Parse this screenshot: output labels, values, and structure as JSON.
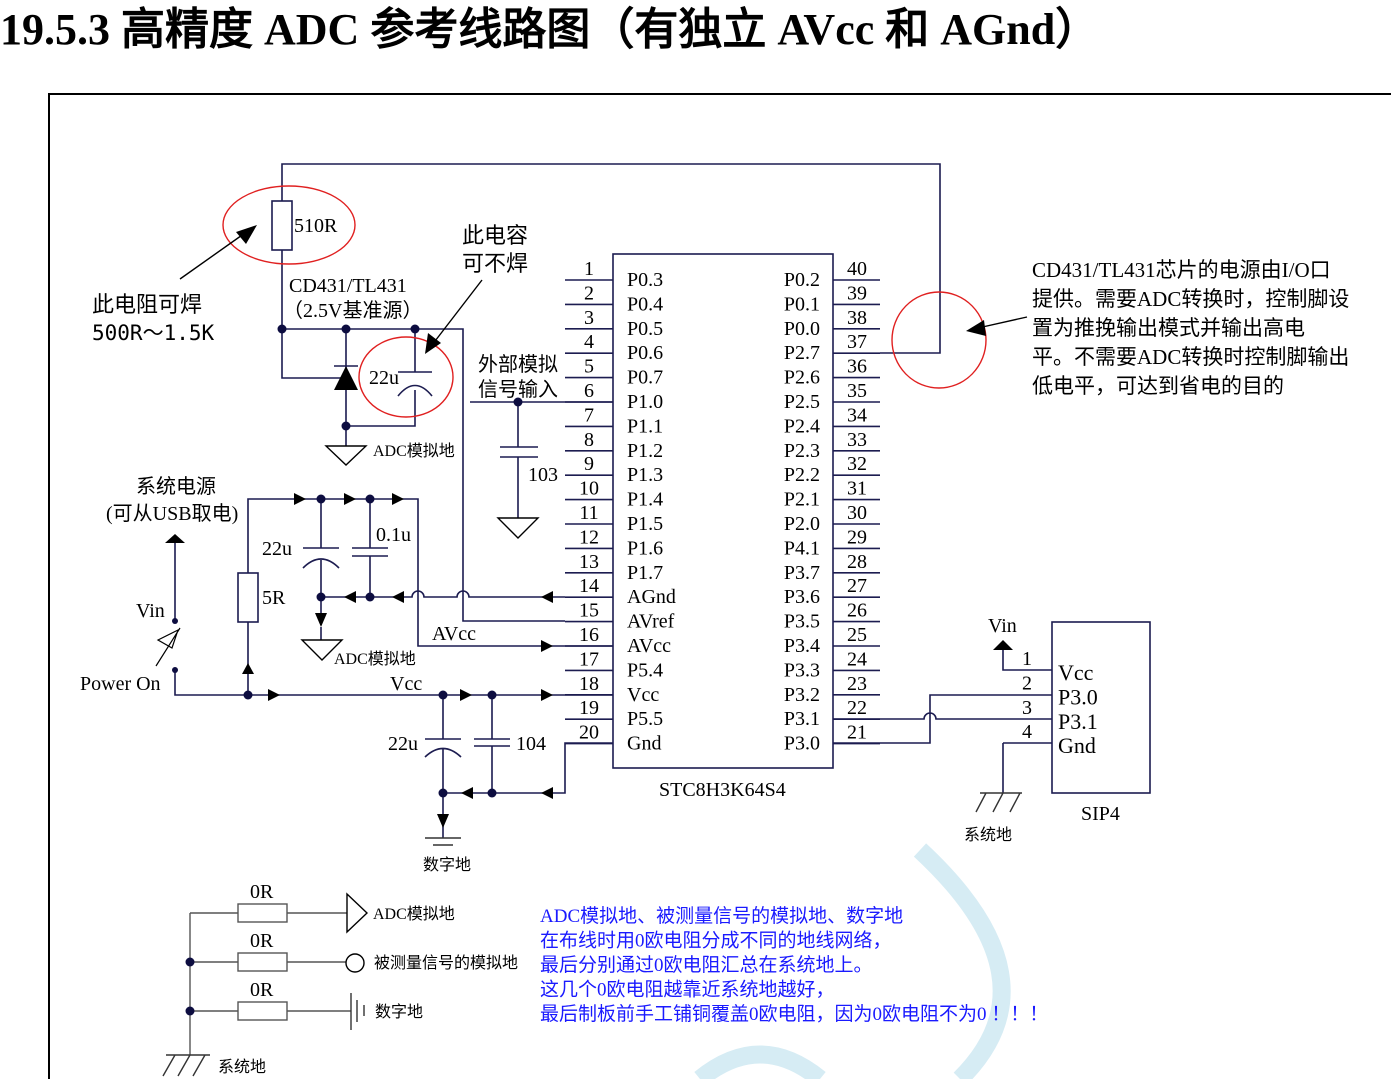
{
  "title": "19.5.3  高精度 ADC 参考线路图（有独立 AVcc 和 AGnd）",
  "chip": {
    "name": "STC8H3K64S4",
    "left_pins": [
      {
        "num": "1",
        "name": "P0.3"
      },
      {
        "num": "2",
        "name": "P0.4"
      },
      {
        "num": "3",
        "name": "P0.5"
      },
      {
        "num": "4",
        "name": "P0.6"
      },
      {
        "num": "5",
        "name": "P0.7"
      },
      {
        "num": "6",
        "name": "P1.0"
      },
      {
        "num": "7",
        "name": "P1.1"
      },
      {
        "num": "8",
        "name": "P1.2"
      },
      {
        "num": "9",
        "name": "P1.3"
      },
      {
        "num": "10",
        "name": "P1.4"
      },
      {
        "num": "11",
        "name": "P1.5"
      },
      {
        "num": "12",
        "name": "P1.6"
      },
      {
        "num": "13",
        "name": "P1.7"
      },
      {
        "num": "14",
        "name": "AGnd"
      },
      {
        "num": "15",
        "name": "AVref"
      },
      {
        "num": "16",
        "name": "AVcc"
      },
      {
        "num": "17",
        "name": "P5.4"
      },
      {
        "num": "18",
        "name": "Vcc"
      },
      {
        "num": "19",
        "name": "P5.5"
      },
      {
        "num": "20",
        "name": "Gnd"
      }
    ],
    "right_pins": [
      {
        "num": "40",
        "name": "P0.2"
      },
      {
        "num": "39",
        "name": "P0.1"
      },
      {
        "num": "38",
        "name": "P0.0"
      },
      {
        "num": "37",
        "name": "P2.7"
      },
      {
        "num": "36",
        "name": "P2.6"
      },
      {
        "num": "35",
        "name": "P2.5"
      },
      {
        "num": "34",
        "name": "P2.4"
      },
      {
        "num": "33",
        "name": "P2.3"
      },
      {
        "num": "32",
        "name": "P2.2"
      },
      {
        "num": "31",
        "name": "P2.1"
      },
      {
        "num": "30",
        "name": "P2.0"
      },
      {
        "num": "29",
        "name": "P4.1"
      },
      {
        "num": "28",
        "name": "P3.7"
      },
      {
        "num": "27",
        "name": "P3.6"
      },
      {
        "num": "26",
        "name": "P3.5"
      },
      {
        "num": "25",
        "name": "P3.4"
      },
      {
        "num": "24",
        "name": "P3.3"
      },
      {
        "num": "23",
        "name": "P3.2"
      },
      {
        "num": "22",
        "name": "P3.1"
      },
      {
        "num": "21",
        "name": "P3.0"
      }
    ]
  },
  "reference": {
    "resistor": "510R",
    "resistor_note_1": "此电阻可焊",
    "resistor_note_2": "500R～1.5K",
    "ic_name": "CD431/TL431",
    "ic_desc": "（2.5V基准源）",
    "cap_value": "22u",
    "cap_note_1": "此电容",
    "cap_note_2": "可不焊",
    "ground": "ADC模拟地"
  },
  "input": {
    "label_1": "外部模拟",
    "label_2": "信号输入",
    "cap": "103"
  },
  "power": {
    "title_1": "系统电源",
    "title_2": "(可从USB取电)",
    "vin": "Vin",
    "switch": "Power On",
    "r": "5R",
    "avcc_cap1": "22u",
    "avcc_cap2": "0.1u",
    "avcc_label": "AVcc",
    "agnd": "ADC模拟地",
    "vcc_label": "Vcc",
    "vcc_cap1": "22u",
    "vcc_cap2": "104",
    "dgnd": "数字地"
  },
  "right_note": [
    "CD431/TL431芯片的电源由I/O口",
    "提供。需要ADC转换时，控制脚设",
    "置为推挽输出模式并输出高电",
    "平。不需要ADC转换时控制脚输出",
    "低电平，可达到省电的目的"
  ],
  "sip4": {
    "name": "SIP4",
    "vin": "Vin",
    "ground": "系统地",
    "pins": [
      {
        "num": "1",
        "name": "Vcc"
      },
      {
        "num": "2",
        "name": "P3.0"
      },
      {
        "num": "3",
        "name": "P3.1"
      },
      {
        "num": "4",
        "name": "Gnd"
      }
    ]
  },
  "grounds": {
    "r1": "0R",
    "r2": "0R",
    "r3": "0R",
    "g1": "ADC模拟地",
    "g2": "被测量信号的模拟地",
    "g3": "数字地",
    "system": "系统地"
  },
  "blue_note": [
    "ADC模拟地、被测量信号的模拟地、数字地",
    "在布线时用0欧电阻分成不同的地线网络，",
    "最后分别通过0欧电阻汇总在系统地上。",
    "这几个0欧电阻越靠近系统地越好，",
    "最后制板前手工铺铜覆盖0欧电阻，因为0欧电阻不为0 ！！！"
  ],
  "colors": {
    "wire": "#1c1c50",
    "highlight": "#e02020",
    "note": "#1a1aff"
  }
}
